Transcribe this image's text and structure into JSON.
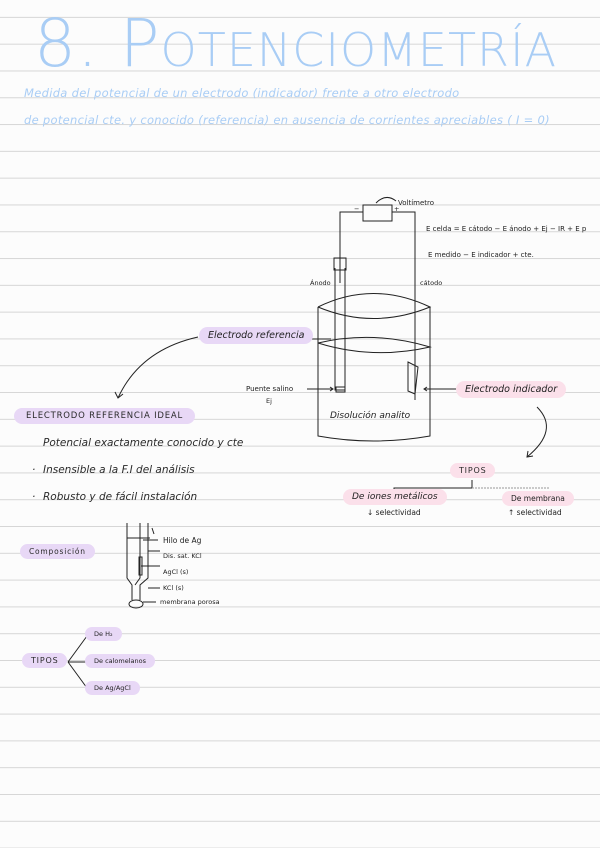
{
  "title": {
    "number": "8.",
    "first_letter": "P",
    "rest": "OTENCIOMETRÍA"
  },
  "intro": {
    "line1": "Medida del potencial de un electrodo (indicador) frente a otro electrodo",
    "line2": "de potencial cte. y conocido (referencia) en ausencia de corrientes apreciables ( I = 0)"
  },
  "circuit": {
    "voltmeter": "Voltímetro",
    "minus": "−",
    "plus": "+",
    "anode": "Ánodo",
    "cathode": "cátodo",
    "eq1": "E celda = E cátodo − E ánodo + Ej − IR + E p",
    "eq2": "E medido − E indicador + cte.",
    "salt_bridge": "Puente salino",
    "ej": "Ej",
    "solution": "Disolución analito"
  },
  "labels": {
    "ref_electrode": "Electrodo referencia",
    "ind_electrode": "Electrodo indicador"
  },
  "ideal": {
    "heading": "Electrodo referencia ideal",
    "items": [
      "Potencial exactamente conocido y cte",
      "Insensible a la F.I del análisis",
      "Robusto y de fácil instalación"
    ],
    "bullet": "·"
  },
  "composition": {
    "heading": "Composición",
    "parts": [
      "Hilo de Ag",
      "Dis. sat. KCl",
      "AgCl (s)",
      "KCl (s)",
      "membrana porosa"
    ]
  },
  "ref_types": {
    "heading": "Tipos",
    "items": [
      "De H₂",
      "De calomelanos",
      "De Ag/AgCl"
    ]
  },
  "ind_types": {
    "heading": "Tipos",
    "items": [
      {
        "name": "De iones metálicos",
        "note": "↓ selectividad"
      },
      {
        "name": "De membrana",
        "note": "↑ selectividad"
      }
    ]
  },
  "colors": {
    "accent_blue": "#a9cdf5",
    "pill_purple": "#e8d8f6",
    "pill_pink": "#fbe0ea",
    "rule": "#d6d6d6"
  }
}
